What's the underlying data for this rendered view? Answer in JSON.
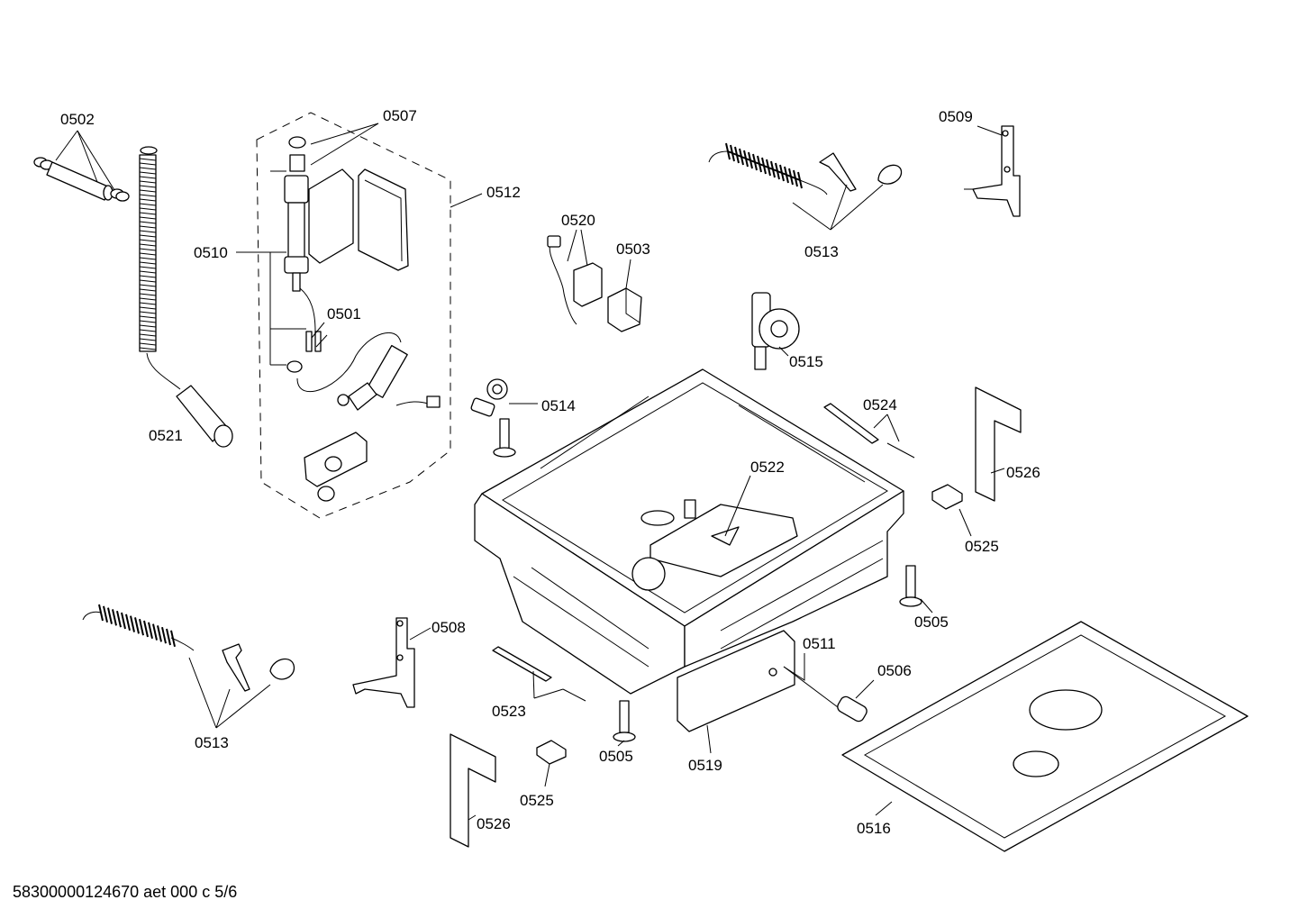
{
  "document_id": "58300000124670 aet 000 c 5/6",
  "callouts": [
    {
      "id": "c1",
      "label": "0502"
    },
    {
      "id": "c2",
      "label": "0507"
    },
    {
      "id": "c3",
      "label": "0512"
    },
    {
      "id": "c4",
      "label": "0510"
    },
    {
      "id": "c5",
      "label": "0501"
    },
    {
      "id": "c6",
      "label": "0521"
    },
    {
      "id": "c7",
      "label": "0520"
    },
    {
      "id": "c8",
      "label": "0503"
    },
    {
      "id": "c9",
      "label": "0513"
    },
    {
      "id": "c10",
      "label": "0509"
    },
    {
      "id": "c11",
      "label": "0515"
    },
    {
      "id": "c12",
      "label": "0514"
    },
    {
      "id": "c13",
      "label": "0524"
    },
    {
      "id": "c14",
      "label": "0522"
    },
    {
      "id": "c15",
      "label": "0526"
    },
    {
      "id": "c16",
      "label": "0525"
    },
    {
      "id": "c17",
      "label": "0505"
    },
    {
      "id": "c18",
      "label": "0508"
    },
    {
      "id": "c19",
      "label": "0511"
    },
    {
      "id": "c20",
      "label": "0506"
    },
    {
      "id": "c21",
      "label": "0513"
    },
    {
      "id": "c22",
      "label": "0523"
    },
    {
      "id": "c23",
      "label": "0505"
    },
    {
      "id": "c24",
      "label": "0519"
    },
    {
      "id": "c25",
      "label": "0525"
    },
    {
      "id": "c26",
      "label": "0526"
    },
    {
      "id": "c27",
      "label": "0516"
    }
  ]
}
